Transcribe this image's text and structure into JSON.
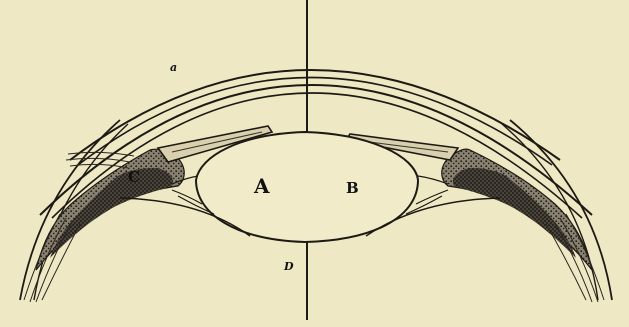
{
  "labels": {
    "a": "a",
    "A": "A",
    "B": "B",
    "C": "C",
    "D": "D"
  },
  "colors": {
    "paper": "#efe8c4",
    "ink": "#1d1a14",
    "shade": "#3a352c"
  }
}
